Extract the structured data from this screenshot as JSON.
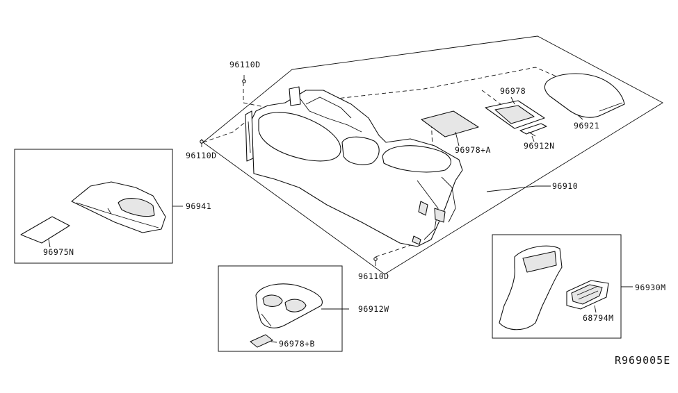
{
  "labels": {
    "p96110D_top": "96110D",
    "p96110D_left": "96110D",
    "p96110D_bottom": "96110D",
    "p96978": "96978",
    "p96978A": "96978+A",
    "p96912N": "96912N",
    "p96921": "96921",
    "p96910": "96910",
    "p96941": "96941",
    "p96975N": "96975N",
    "p96912W": "96912W",
    "p96978B": "96978+B",
    "p96930M": "96930M",
    "p68794M": "68794M"
  },
  "diagram_code": "R969005E"
}
